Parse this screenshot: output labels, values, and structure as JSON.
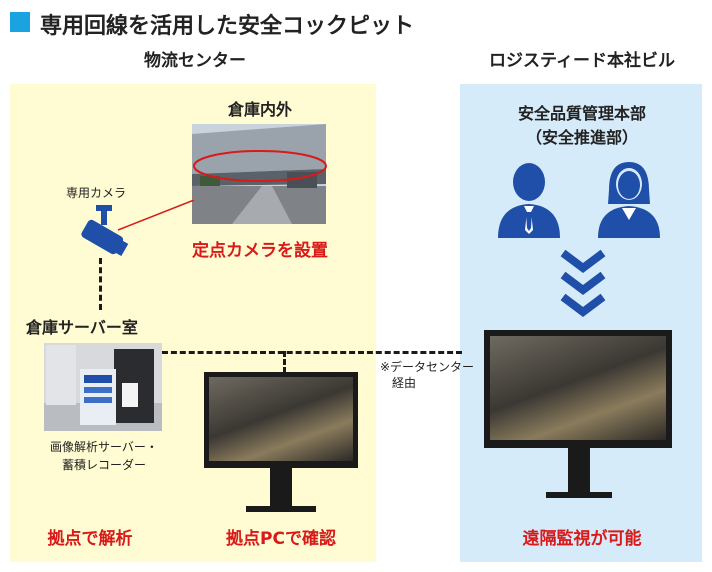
{
  "title": "専用回線を活用した安全コックピット",
  "left_section": {
    "heading": "物流センター",
    "warehouse_label": "倉庫内外",
    "camera_label": "専用カメラ",
    "camera_caption": "定点カメラを設置",
    "server_room_label": "倉庫サーバー室",
    "server_caption_line1": "画像解析サーバー・",
    "server_caption_line2": "蓄積レコーダー",
    "bottom_left": "拠点で解析",
    "bottom_center": "拠点PCで確認"
  },
  "right_section": {
    "heading": "ロジスティード本社ビル",
    "dept_line1": "安全品質管理本部",
    "dept_line2": "（安全推進部）",
    "bottom": "遠隔監視が可能"
  },
  "connection_note_line1": "※データセンター",
  "connection_note_line2": "経由",
  "colors": {
    "accent_blue": "#1aa3e0",
    "left_panel": "#fffbd2",
    "right_panel": "#d6ebf9",
    "highlight_red": "#d81a1a",
    "person_blue": "#1f4fa8"
  }
}
